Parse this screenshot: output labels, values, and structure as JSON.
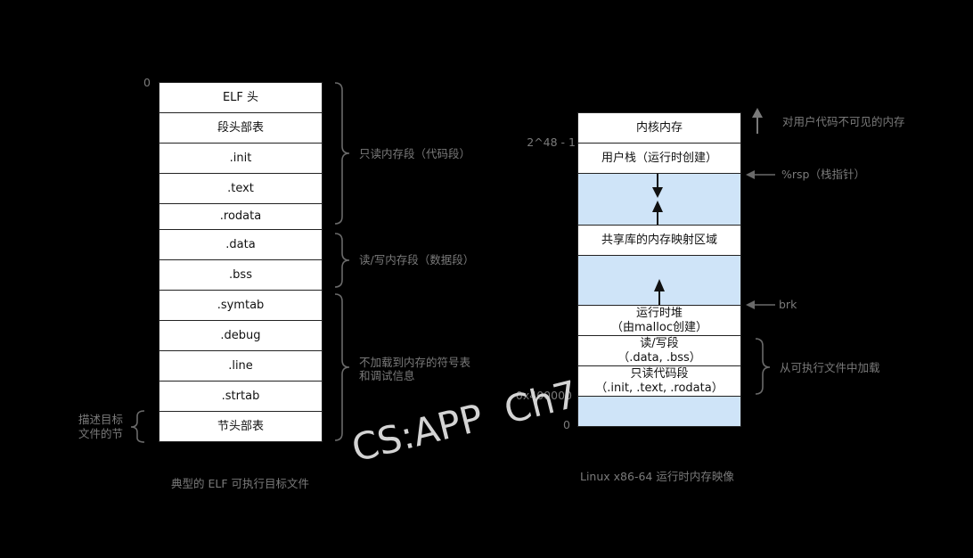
{
  "elf": {
    "offset_zero": "0",
    "sections": [
      "ELF 头",
      "段头部表",
      ".init",
      ".text",
      ".rodata",
      ".data",
      ".bss",
      ".symtab",
      ".debug",
      ".line",
      ".strtab",
      "节头部表"
    ],
    "group_readonly": "只读内存段（代码段）",
    "group_readwrite": "读/写内存段（数据段）",
    "group_not_loaded_line1": "不加载到内存的符号表",
    "group_not_loaded_line2": "和调试信息",
    "desc_line1": "描述目标",
    "desc_line2": "文件的节",
    "caption": "典型的 ELF 可执行目标文件"
  },
  "mem": {
    "kernel": "内核内存",
    "user_stack": "用户栈（运行时创建）",
    "shared_libs": "共享库的内存映射区域",
    "heap_line1": "运行时堆",
    "heap_line2": "（由malloc创建）",
    "rw_line1": "读/写段",
    "rw_line2": "（.data, .bss）",
    "ro_line1": "只读代码段",
    "ro_line2": "（.init, .text, .rodata）",
    "addr_top": "2^48 - 1",
    "addr_400000": "0x400000",
    "addr_zero": "0",
    "invisible_note": "对用户代码不可见的内存",
    "rsp_note": "%rsp（栈指针）",
    "brk_note": "brk",
    "loaded_note": "从可执行文件中加载",
    "caption": "Linux x86-64 运行时内存映像"
  },
  "watermark": "CS:APP  Ch7",
  "colors": {
    "background": "#000000",
    "box": "#ffffff",
    "free_region": "#cfe4f8",
    "annotation": "#7a7a7a"
  }
}
